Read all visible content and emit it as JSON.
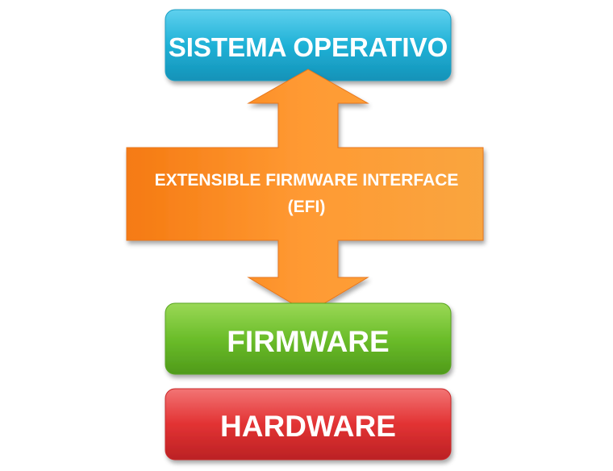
{
  "diagram": {
    "nodes": [
      {
        "id": "os",
        "label": "SISTEMA OPERATIVO",
        "color": "#1fb1d6"
      },
      {
        "id": "firmware",
        "label": "FIRMWARE",
        "color": "#6bbd2a"
      },
      {
        "id": "hardware",
        "label": "HARDWARE",
        "color": "#e23233"
      }
    ],
    "connector": {
      "label_line1": "EXTENSIBLE FIRMWARE INTERFACE",
      "label_line2": "(EFI)",
      "color": "#ff8a1e",
      "direction": "bidirectional",
      "from": "os",
      "to": "firmware"
    }
  }
}
